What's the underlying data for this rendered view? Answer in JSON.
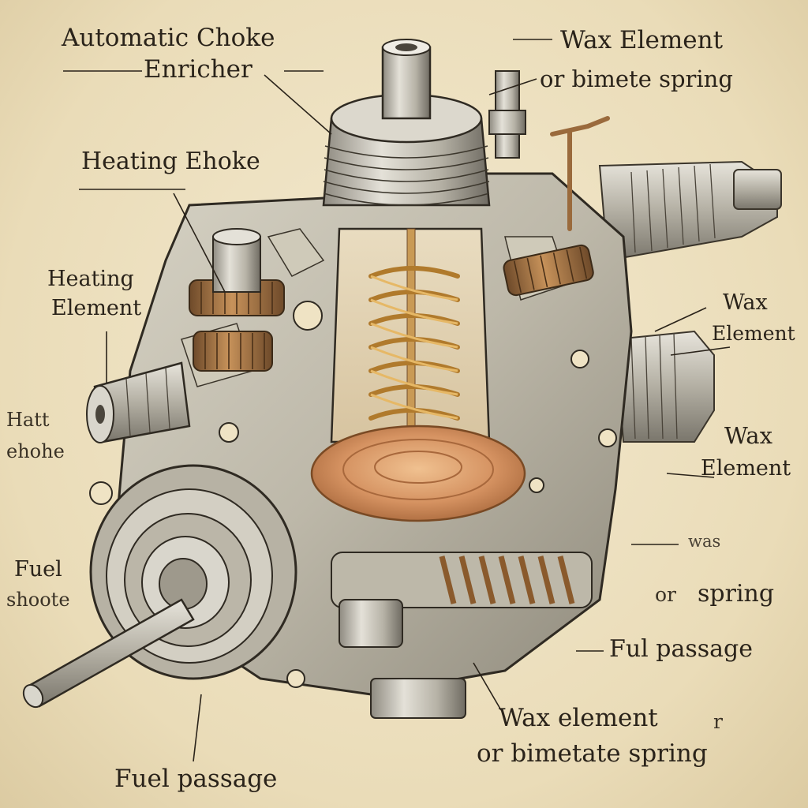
{
  "labels": {
    "title_line1": "Automatic Choke",
    "title_line2": "Enricher",
    "heating_choke": "Heating Ehoke",
    "heating_element_1": "Heating",
    "heating_element_2": "Element",
    "heat_choke_1": "Hatt",
    "heat_choke_2": "ehohe",
    "fuel_shoote_1": "Fuel",
    "fuel_shoote_2": "shoote",
    "fuel_passage_bottom": "Fuel passage",
    "wax_top_1": "Wax Element",
    "wax_top_2": "or bimete spring",
    "wax_mid_1": "Wax",
    "wax_mid_2": "Element",
    "wax_lower_1": "Wax",
    "wax_lower_2": "Element",
    "was_text": "was",
    "or_spring_or": "or",
    "or_spring_spring": "spring",
    "ful_passage": "Ful passage",
    "wax_bottom_1": "Wax element",
    "wax_bottom_r": "r",
    "wax_bottom_2": "or bimetate spring"
  },
  "colors": {
    "paper": "#efe3c4",
    "ink": "#2a231a",
    "metal_light": "#d9d6cc",
    "metal_mid": "#a9a59a",
    "metal_dark": "#5e5a52",
    "copper": "#c98a4e",
    "brass": "#d8a04a",
    "bronze": "#9a6a3c"
  }
}
